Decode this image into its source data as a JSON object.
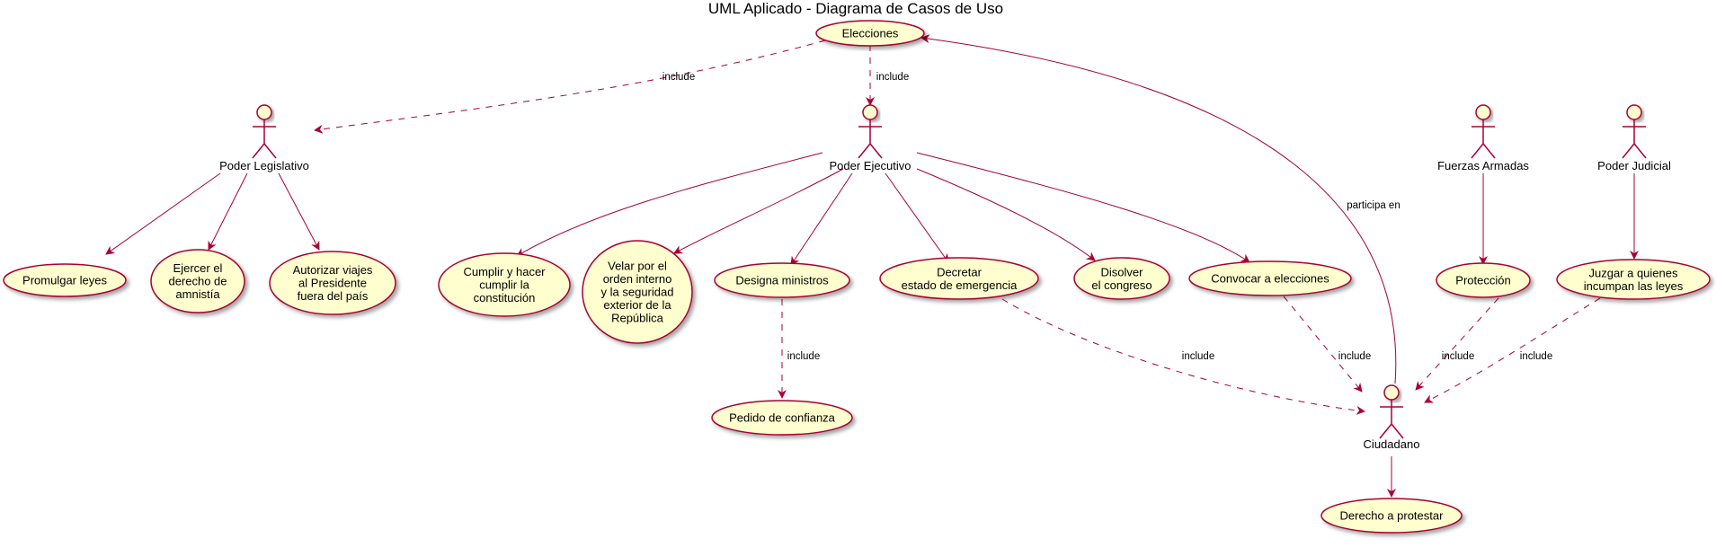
{
  "title": "UML Aplicado - Diagrama de Casos de Uso",
  "colors": {
    "stroke": "#A80036",
    "fill": "#FEFECE",
    "text": "#000000"
  },
  "actors": {
    "legislativo": "Poder Legislativo",
    "ejecutivo": "Poder Ejecutivo",
    "fuerzas": "Fuerzas Armadas",
    "judicial": "Poder Judicial",
    "ciudadano": "Ciudadano"
  },
  "usecases": {
    "elecciones": [
      "Elecciones"
    ],
    "promulgar": [
      "Promulgar leyes"
    ],
    "amnistia": [
      "Ejercer el",
      "derecho de",
      "amnistía"
    ],
    "viajes": [
      "Autorizar viajes",
      "al Presidente",
      "fuera del país"
    ],
    "cumplir": [
      "Cumplir y hacer",
      "cumplir la",
      "constitución"
    ],
    "velar": [
      "Velar por el",
      "orden interno",
      "y la seguridad",
      "exterior de la",
      "República"
    ],
    "ministros": [
      "Designa ministros"
    ],
    "emergencia": [
      "Decretar",
      "estado de emergencia"
    ],
    "disolver": [
      "Disolver",
      "el congreso"
    ],
    "convocar": [
      "Convocar a elecciones"
    ],
    "proteccion": [
      "Protección"
    ],
    "juzgar": [
      "Juzgar a quienes",
      "incumpan las leyes"
    ],
    "confianza": [
      "Pedido de confianza"
    ],
    "protestar": [
      "Derecho a protestar"
    ]
  },
  "labels": {
    "include": "include",
    "participa": "participa en"
  }
}
